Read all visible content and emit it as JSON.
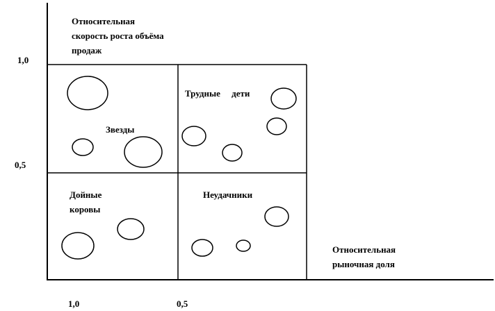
{
  "y_axis_title": "Относительная\nскорость роста объёма\nпродаж",
  "x_axis_title": "Относительная\nрыночная доля",
  "y_ticks": [
    "1,0",
    "0,5"
  ],
  "x_ticks": [
    "1,0",
    "0,5"
  ],
  "quadrants": {
    "stars": "Звезды",
    "problem_children": "Трудные     дети",
    "cash_cows": "Дойные\nкоровы",
    "dogs": "Неудачники"
  },
  "colors": {
    "line": "#000000",
    "background": "#ffffff"
  }
}
